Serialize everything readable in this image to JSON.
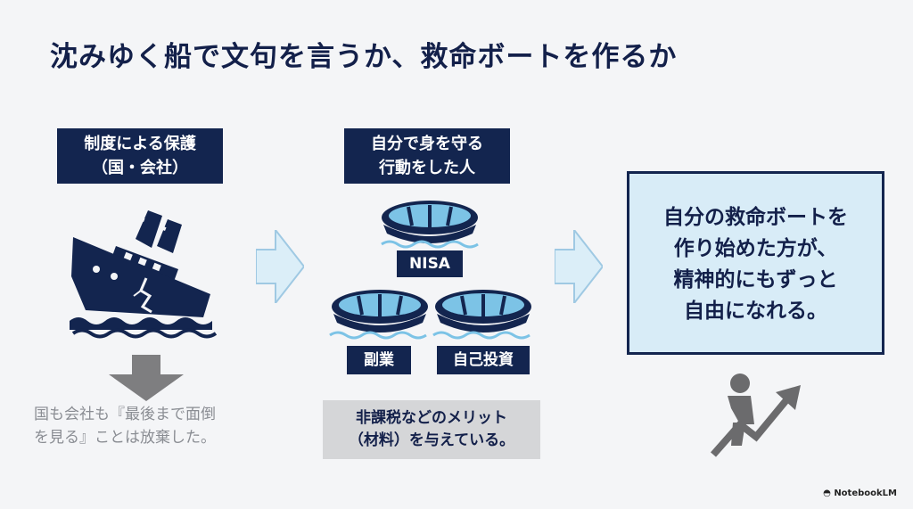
{
  "title": "沈みゆく船で文句を言うか、救命ボートを作るか",
  "left": {
    "label_line1": "制度による保護",
    "label_line2": "（国・会社）",
    "ship_icon": "sinking-ship-icon",
    "arrow_icon": "down-arrow-icon",
    "note_line1": "国も会社も『最後まで面倒",
    "note_line2": "を見る』ことは放棄した。"
  },
  "middle": {
    "label_line1": "自分で身を守る",
    "label_line2": "行動をした人",
    "boat_icon": "lifeboat-icon",
    "tags": [
      "NISA",
      "副業",
      "自己投資"
    ],
    "merit_line1": "非課税などのメリット",
    "merit_line2": "（材料）を与えている。"
  },
  "right": {
    "lines": [
      "自分の救命ボートを",
      "作り始めた方が、",
      "精神的にもずっと",
      "自由になれる。"
    ],
    "icon": "person-rising-arrow-icon"
  },
  "credit": "NotebookLM",
  "colors": {
    "navy": "#13254f",
    "light_blue": "#d8ecf7",
    "arrow_fill": "#dbeef8",
    "arrow_stroke": "#9fc9e3",
    "gray_text": "#8a8d93"
  }
}
